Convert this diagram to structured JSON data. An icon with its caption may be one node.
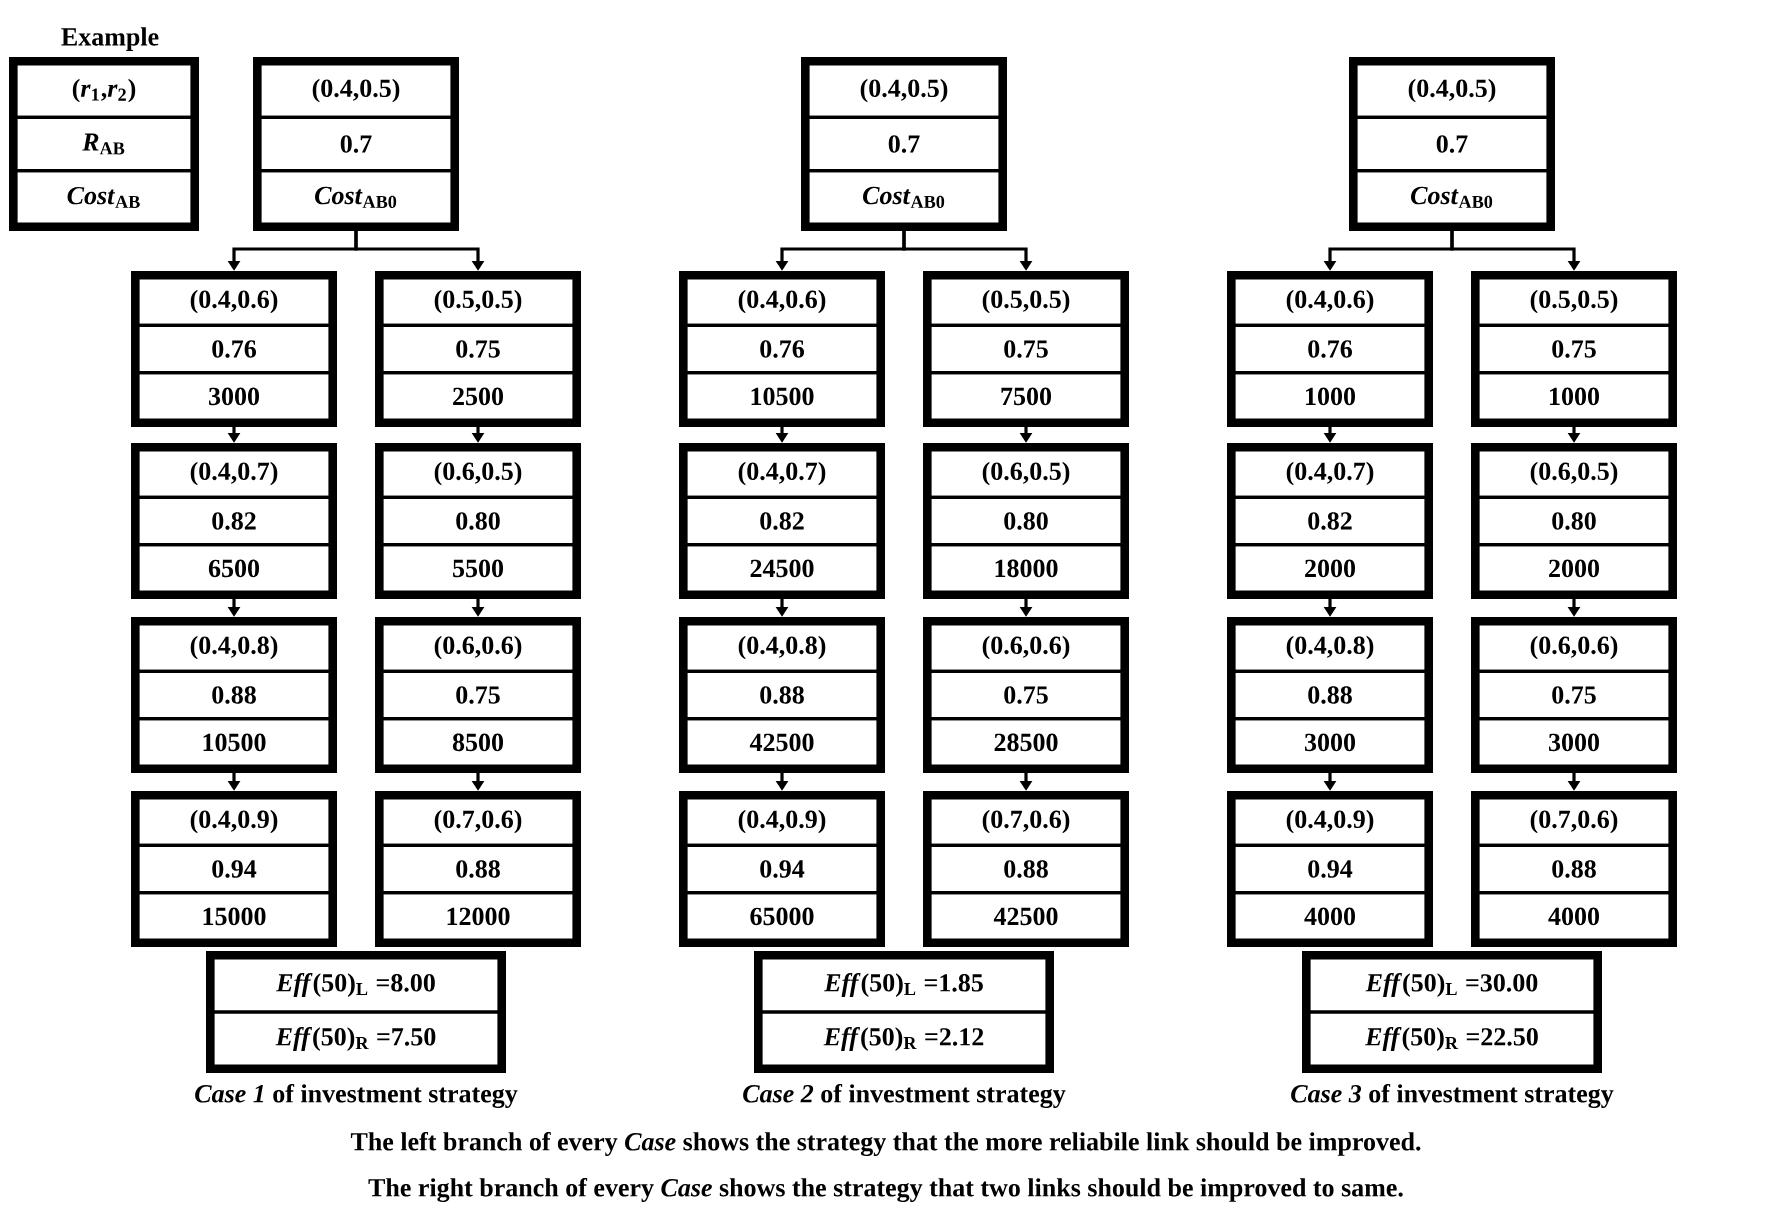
{
  "diagram": {
    "nodes": [
      {
        "text": [
          "Example",
          "(*r*$_{1}$,*r*$_{2}$)",
          "*R*$_{AB}$",
          "*Cost*$_{AB}$"
        ]
      },
      {
        "text": [
          "(0.4,0.5)",
          "0.7",
          "*Cost*$_{AB0}$"
        ]
      },
      {
        "text": [
          "(0.4,0.6)",
          "0.76",
          "3000"
        ]
      },
      {
        "text": [
          "(0.5,0.5)",
          "0.75",
          "2500"
        ]
      },
      {
        "text": [
          "(0.4,0.7)",
          "0.82",
          "6500"
        ]
      },
      {
        "text": [
          "(0.6,0.5)",
          "0.80",
          "5500"
        ]
      },
      {
        "text": [
          "(0.4,0.8)",
          "0.88",
          "10500"
        ]
      },
      {
        "text": [
          "(0.6,0.6)",
          "0.75",
          "8500"
        ]
      },
      {
        "text": [
          "(0.4,0.9)",
          "0.94",
          "15000"
        ]
      },
      {
        "text": [
          "(0.7,0.6)",
          "0.88",
          "12000"
        ]
      },
      {
        "text": [
          "*Eff*(50)$_{L}$ =8.00",
          "*Eff*(50)$_{R}$ =7.50"
        ]
      },
      {
        "text": [
          "(0.4,0.5)",
          "0.7",
          "*Cost*$_{AB0}$"
        ]
      },
      {
        "text": [
          "(0.4,0.6)",
          "0.76",
          "10500"
        ]
      },
      {
        "text": [
          "(0.5,0.5)",
          "0.75",
          "7500"
        ]
      },
      {
        "text": [
          "(0.4,0.7)",
          "0.82",
          "24500"
        ]
      },
      {
        "text": [
          "(0.6,0.5)",
          "0.80",
          "18000"
        ]
      },
      {
        "text": [
          "(0.4,0.8)",
          "0.88",
          "42500"
        ]
      },
      {
        "text": [
          "(0.6,0.6)",
          "0.75",
          "28500"
        ]
      },
      {
        "text": [
          "(0.4,0.9)",
          "0.94",
          "65000"
        ]
      },
      {
        "text": [
          "(0.7,0.6)",
          "0.88",
          "42500"
        ]
      },
      {
        "text": [
          "*Eff*(50)$_{L}$ =1.85",
          "*Eff*(50)$_{R}$ =2.12"
        ]
      },
      {
        "text": [
          "(0.4,0.5)",
          "0.7",
          "*Cost*$_{AB0}$"
        ]
      },
      {
        "text": [
          "(0.4,0.6)",
          "0.76",
          "1000"
        ]
      },
      {
        "text": [
          "(0.5,0.5)",
          "0.75",
          "1000"
        ]
      },
      {
        "text": [
          "(0.4,0.7)",
          "0.82",
          "2000"
        ]
      },
      {
        "text": [
          "(0.6,0.5)",
          "0.80",
          "2000"
        ]
      },
      {
        "text": [
          "(0.4,0.8)",
          "0.88",
          "3000"
        ]
      },
      {
        "text": [
          "(0.6,0.6)",
          "0.75",
          "3000"
        ]
      },
      {
        "text": [
          "(0.4,0.9)",
          "0.94",
          "4000"
        ]
      },
      {
        "text": [
          "(0.7,0.6)",
          "0.88",
          "4000"
        ]
      },
      {
        "text": [
          "*Eff*(50)$_{L}$ =30.00",
          "*Eff*(50)$_{R}$ =22.50"
        ]
      }
    ],
    "edges": [
      {
        "from": 1,
        "to": 2,
        "arrow": "to"
      },
      {
        "from": 1,
        "to": 3,
        "arrow": "to"
      },
      {
        "from": 2,
        "to": 4,
        "arrow": "to"
      },
      {
        "from": 3,
        "to": 5,
        "arrow": "to"
      },
      {
        "from": 4,
        "to": 6,
        "arrow": "to"
      },
      {
        "from": 5,
        "to": 7,
        "arrow": "to"
      },
      {
        "from": 6,
        "to": 8,
        "arrow": "to"
      },
      {
        "from": 7,
        "to": 9,
        "arrow": "to"
      },
      {
        "from": 11,
        "to": 12,
        "arrow": "to"
      },
      {
        "from": 11,
        "to": 13,
        "arrow": "to"
      },
      {
        "from": 12,
        "to": 14,
        "arrow": "to"
      },
      {
        "from": 13,
        "to": 15,
        "arrow": "to"
      },
      {
        "from": 14,
        "to": 16,
        "arrow": "to"
      },
      {
        "from": 15,
        "to": 17,
        "arrow": "to"
      },
      {
        "from": 16,
        "to": 18,
        "arrow": "to"
      },
      {
        "from": 17,
        "to": 19,
        "arrow": "to"
      },
      {
        "from": 21,
        "to": 22,
        "arrow": "to"
      },
      {
        "from": 21,
        "to": 23,
        "arrow": "to"
      },
      {
        "from": 22,
        "to": 24,
        "arrow": "to"
      },
      {
        "from": 23,
        "to": 25,
        "arrow": "to"
      },
      {
        "from": 24,
        "to": 26,
        "arrow": "to"
      },
      {
        "from": 25,
        "to": 27,
        "arrow": "to"
      },
      {
        "from": 26,
        "to": 28,
        "arrow": "to"
      },
      {
        "from": 27,
        "to": 29,
        "arrow": "to"
      }
    ],
    "labels": [
      "*Case 1* of investment strategy",
      "*Case 2* of investment strategy",
      "*Case 3* of investment strategy",
      "The left branch of every *Case* shows the strategy that the more reliabile link should be improved.",
      "The right branch of every *Case* shows the strategy that two links should be improved to same."
    ]
  }
}
